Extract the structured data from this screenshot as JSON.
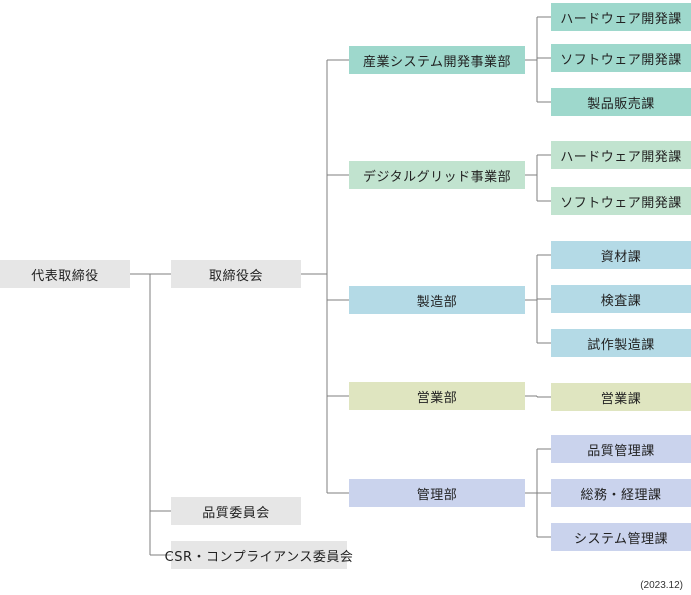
{
  "colors": {
    "line": "#7f7f7f",
    "gray": "#e6e6e6",
    "teal": "#9ed8cc",
    "green": "#c1e3cf",
    "blue": "#b4dae6",
    "olive": "#dfe5c0",
    "lavender": "#cad3ed"
  },
  "org": {
    "ceo": "代表取締役",
    "board": "取締役会",
    "quality_committee": "品質委員会",
    "csr_committee": "CSR・コンプライアンス委員会",
    "divisions": [
      {
        "id": "industrial",
        "name": "産業システム開発事業部",
        "color": "teal",
        "sections": [
          "ハードウェア開発課",
          "ソフトウェア開発課",
          "製品販売課"
        ]
      },
      {
        "id": "digital",
        "name": "デジタルグリッド事業部",
        "color": "green",
        "sections": [
          "ハードウェア開発課",
          "ソフトウェア開発課"
        ]
      },
      {
        "id": "manufacturing",
        "name": "製造部",
        "color": "blue",
        "sections": [
          "資材課",
          "検査課",
          "試作製造課"
        ]
      },
      {
        "id": "sales",
        "name": "営業部",
        "color": "olive",
        "sections": [
          "営業課"
        ]
      },
      {
        "id": "management",
        "name": "管理部",
        "color": "lavender",
        "sections": [
          "品質管理課",
          "総務・経理課",
          "システム管理課"
        ]
      }
    ]
  },
  "date_note": "(2023.12)"
}
